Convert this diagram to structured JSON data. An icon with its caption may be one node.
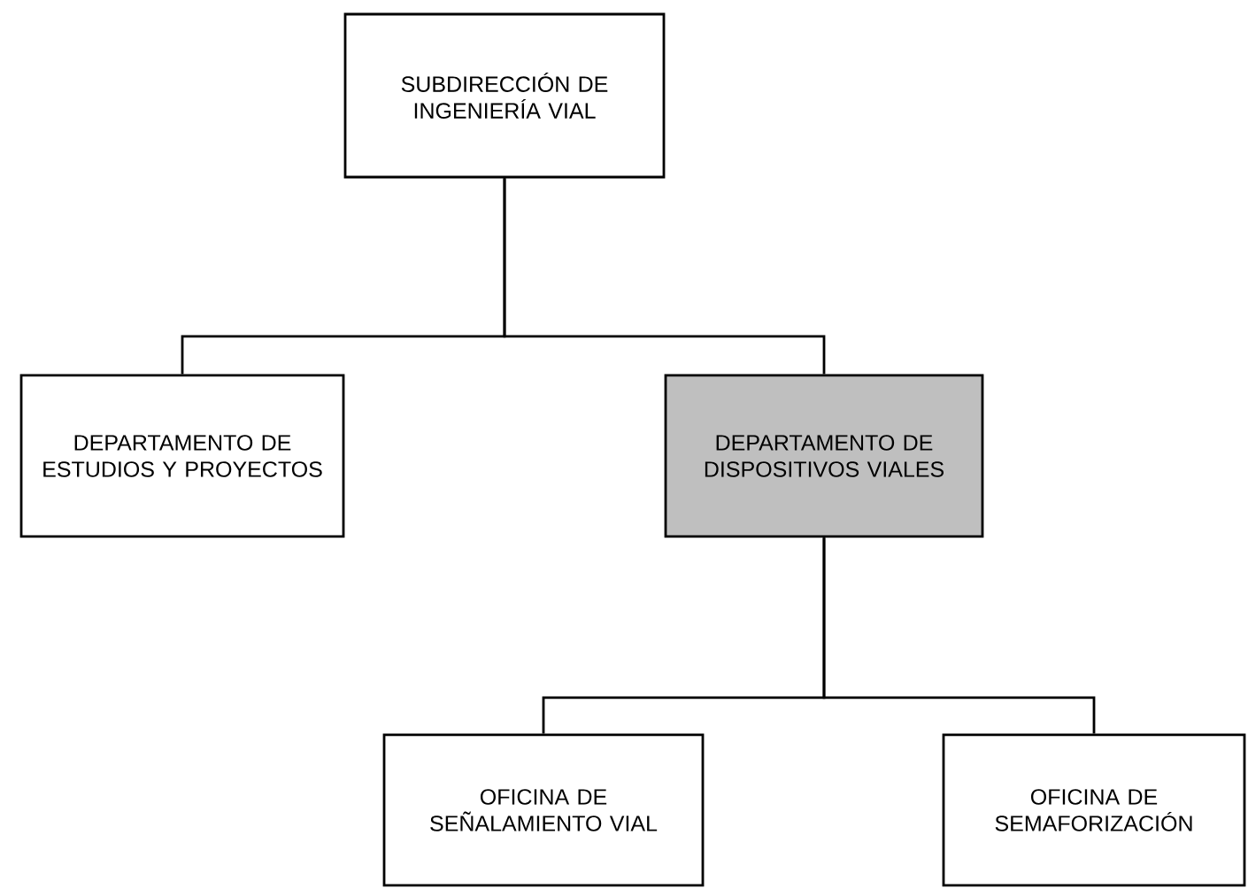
{
  "diagram": {
    "nodes": [
      {
        "text": [
          "SUBDIRECCIÓN DE INGENIERÍA VIAL"
        ]
      },
      {
        "text": [
          "DEPARTAMENTO DE ESTUDIOS Y PROYECTOS"
        ]
      },
      {
        "text": [
          "DEPARTAMENTO DE DISPOSITIVOS VIALES"
        ]
      },
      {
        "text": [
          "OFICINA DE SEÑALAMIENTO VIAL"
        ]
      },
      {
        "text": [
          "OFICINA DE SEMAFORIZACIÓN"
        ]
      }
    ],
    "edges": [
      {
        "from": 0,
        "to": 1,
        "arrow": "none"
      },
      {
        "from": 0,
        "to": 2,
        "arrow": "none"
      },
      {
        "from": 2,
        "to": 3,
        "arrow": "none"
      },
      {
        "from": 2,
        "to": 4,
        "arrow": "none"
      }
    ]
  }
}
